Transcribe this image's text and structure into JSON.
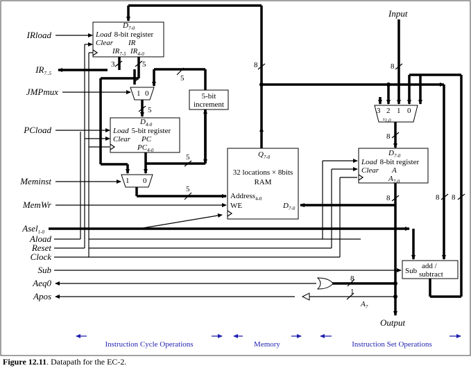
{
  "signals_left": {
    "irload": "IRload",
    "ir_out": "IR",
    "ir_out_sub": "7..5",
    "jmpmux": "JMPmux",
    "pcload": "PCload",
    "meminst": "Meminst",
    "memwr": "MemWr",
    "asel": "Asel",
    "asel_sub": "1-0",
    "aload": "Aload",
    "reset": "Reset",
    "clock": "Clock",
    "sub": "Sub",
    "aeq0": "Aeq0",
    "apos": "Apos"
  },
  "ir_register": {
    "d_label": "D",
    "d_sub": "7-0",
    "load": "Load",
    "title": "8-bit register",
    "clear": "Clear",
    "name": "IR",
    "out_left": "IR",
    "out_left_sub": "7-5",
    "out_right": "IR",
    "out_right_sub": "4-0"
  },
  "pc_register": {
    "d_label": "D",
    "d_sub": "4-0",
    "load": "Load",
    "title": "5-bit register",
    "clear": "Clear",
    "name": "PC",
    "out": "PC",
    "out_sub": "4-0"
  },
  "a_register": {
    "d_label": "D",
    "d_sub": "7-0",
    "load": "Load",
    "title": "8-bit register",
    "clear": "Clear",
    "name": "A",
    "out": "A",
    "out_sub": "7-0"
  },
  "increment": {
    "line1": "5-bit",
    "line2": "increment"
  },
  "ram": {
    "q_label": "Q",
    "q_sub": "7-0",
    "line1": "32 locations × 8bits",
    "line2": "RAM",
    "address": "Address",
    "address_sub": "4-0",
    "we": "WE",
    "d_label": "D",
    "d_sub": "7-0"
  },
  "mux_labels": {
    "jmp_one": "1",
    "jmp_zero": "0",
    "mem_one": "1",
    "mem_zero": "0",
    "a_three": "3",
    "a_two": "2",
    "a_one": "1",
    "a_zero": "0",
    "a_sel": "s",
    "a_sel_sub": "1,0"
  },
  "bus_widths": {
    "ir_msb": "3",
    "ir_lsb": "5",
    "top_bus": "8",
    "inc_bus": "5",
    "jmp_out": "5",
    "pc_bus": "5",
    "addr_bus": "5",
    "input_bus": "8",
    "a_mux_out": "8",
    "a_out": "8",
    "right_bus_1": "8",
    "right_bus_2": "8",
    "aeq0_bus": "8",
    "apos_bus": "1"
  },
  "a7_label": "A",
  "a7_sub": "7",
  "addsub": {
    "sub": "Sub",
    "add": "add /",
    "subtract": "subtract"
  },
  "io": {
    "input": "Input",
    "output": "Output"
  },
  "sections": {
    "instruction_cycle": "Instruction Cycle Operations",
    "memory": "Memory",
    "instruction_set": "Instruction Set Operations"
  },
  "caption": {
    "bold": "Figure 12.11",
    "text": ". Datapath for the EC-2."
  },
  "colors": {
    "section_arrows": "#1f1fb0",
    "lines": "#000000"
  }
}
